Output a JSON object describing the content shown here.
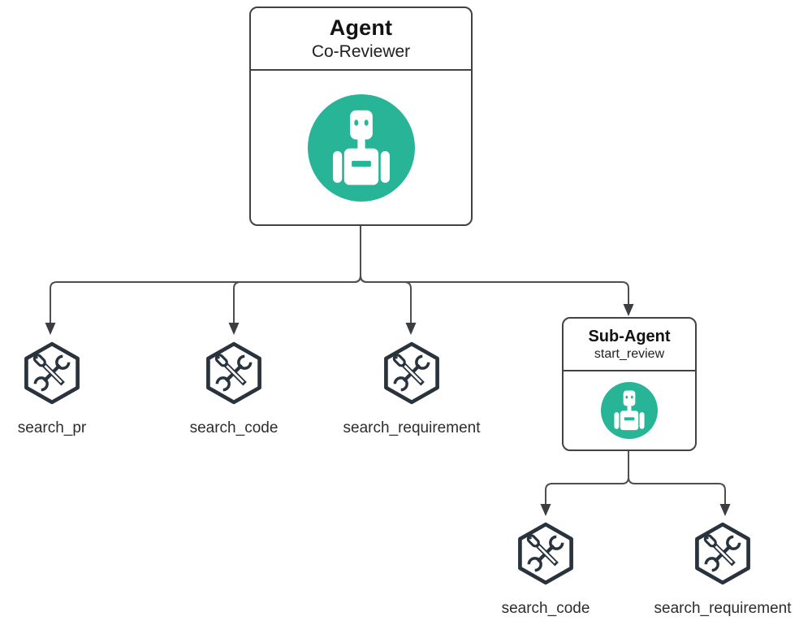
{
  "diagram": {
    "agent_node": {
      "title": "Agent",
      "subtitle": "Co-Reviewer",
      "icon": "robot-icon"
    },
    "sub_agent_node": {
      "title": "Sub-Agent",
      "subtitle": "start_review",
      "icon": "robot-icon"
    },
    "tool_nodes": [
      {
        "label": "search_pr",
        "icon": "tools-hexagon-icon",
        "parent": "Agent"
      },
      {
        "label": "search_code",
        "icon": "tools-hexagon-icon",
        "parent": "Agent"
      },
      {
        "label": "search_requirement",
        "icon": "tools-hexagon-icon",
        "parent": "Agent"
      },
      {
        "label": "search_code",
        "icon": "tools-hexagon-icon",
        "parent": "Sub-Agent"
      },
      {
        "label": "search_requirement",
        "icon": "tools-hexagon-icon",
        "parent": "Sub-Agent"
      }
    ],
    "edges": [
      {
        "from": "Agent",
        "to": "search_pr"
      },
      {
        "from": "Agent",
        "to": "search_code"
      },
      {
        "from": "Agent",
        "to": "search_requirement"
      },
      {
        "from": "Agent",
        "to": "Sub-Agent"
      },
      {
        "from": "Sub-Agent",
        "to": "search_code"
      },
      {
        "from": "Sub-Agent",
        "to": "search_requirement"
      }
    ],
    "colors": {
      "accent_teal": "#27b497",
      "node_border": "#424242",
      "icon_stroke": "#29333d",
      "connector_line": "#4e4e4e",
      "arrowhead": "#3a3d42",
      "label_text": "#2d2d2d",
      "background": "#ffffff"
    }
  }
}
